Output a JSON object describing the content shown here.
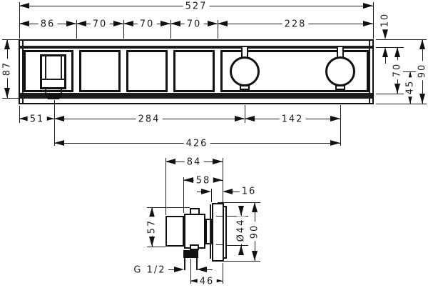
{
  "colors": {
    "line": "#1c1c1c",
    "background": "#ffffff"
  },
  "top": {
    "total_width": "527",
    "module_1": "86",
    "module_2": "70",
    "module_3": "70",
    "module_4": "70",
    "module_5": "228",
    "ledge_depth": "10",
    "height_left": "87",
    "face_height": "70",
    "knob_center_to_bottom": "45",
    "height_right": "90",
    "spout_offset": "51",
    "spout_to_first_knob": "284",
    "knob_spacing": "142",
    "spout_to_second_knob": "426"
  },
  "side": {
    "total_depth": "84",
    "front_depth": "58",
    "escutcheon_depth": "16",
    "body_height": "57",
    "knob_diameter": "Ø44",
    "plate_height": "90",
    "thread": "G 1/2",
    "outlet_to_face": "46"
  }
}
